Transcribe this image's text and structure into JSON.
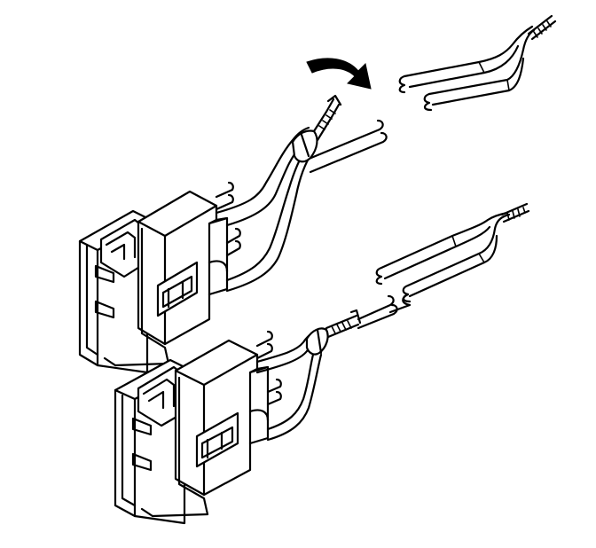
{
  "figure": {
    "subject": "wire-harness-connector-repair-illustration",
    "connectors": [
      "upper-connector",
      "lower-connector"
    ],
    "arrow_direction": "right",
    "line_color": "#000000",
    "background_color": "#ffffff"
  }
}
